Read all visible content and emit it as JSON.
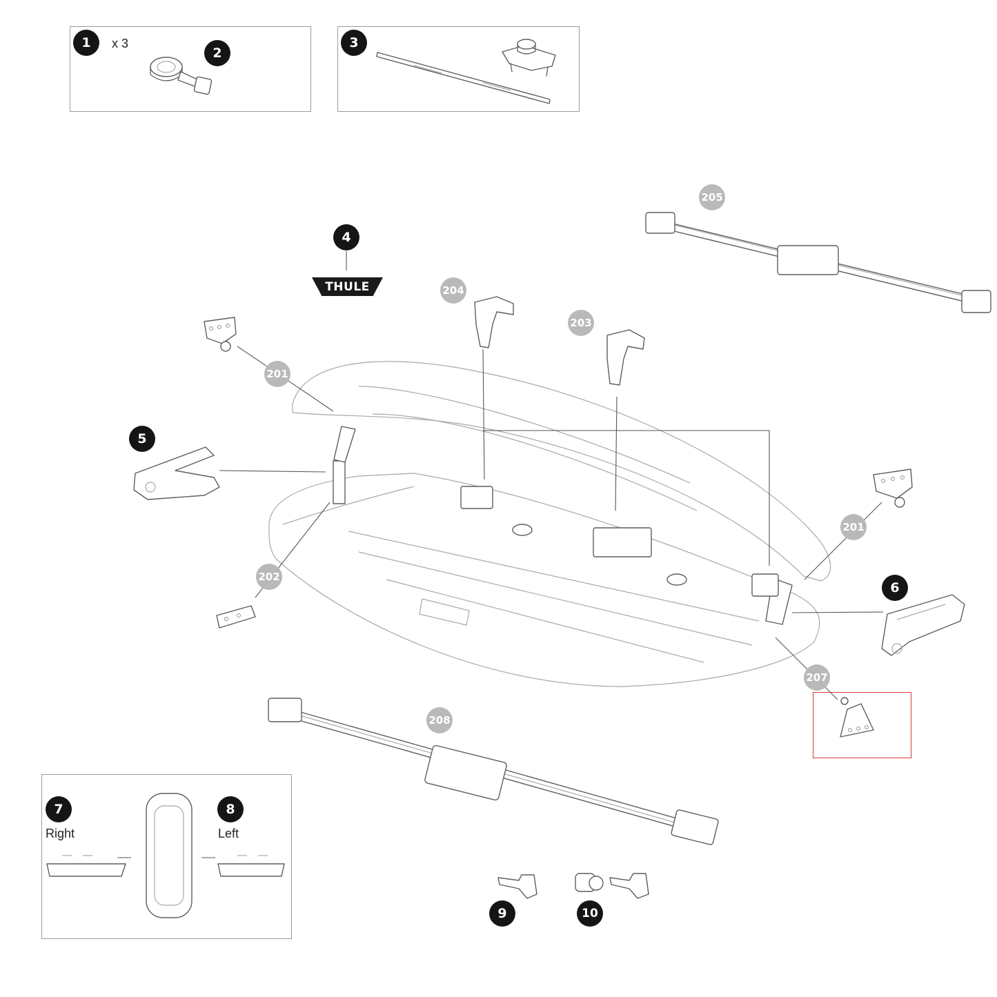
{
  "labels": {
    "p1": "1",
    "p1_qty": "x 3",
    "p2": "2",
    "p3": "3",
    "p4": "4",
    "p5": "5",
    "p6": "6",
    "p7": "7",
    "p8": "8",
    "p9": "9",
    "p10": "10",
    "p201a": "201",
    "p201b": "201",
    "p202": "202",
    "p203": "203",
    "p204": "204",
    "p205": "205",
    "p207": "207",
    "p208": "208"
  },
  "captions": {
    "right": "Right",
    "left": "Left"
  },
  "logo": {
    "text": "THULE"
  },
  "colors": {
    "badge_dark": "#151515",
    "badge_grey": "#b9b9b9",
    "highlight": "#d23a3a",
    "line": "#6a6a6a"
  }
}
